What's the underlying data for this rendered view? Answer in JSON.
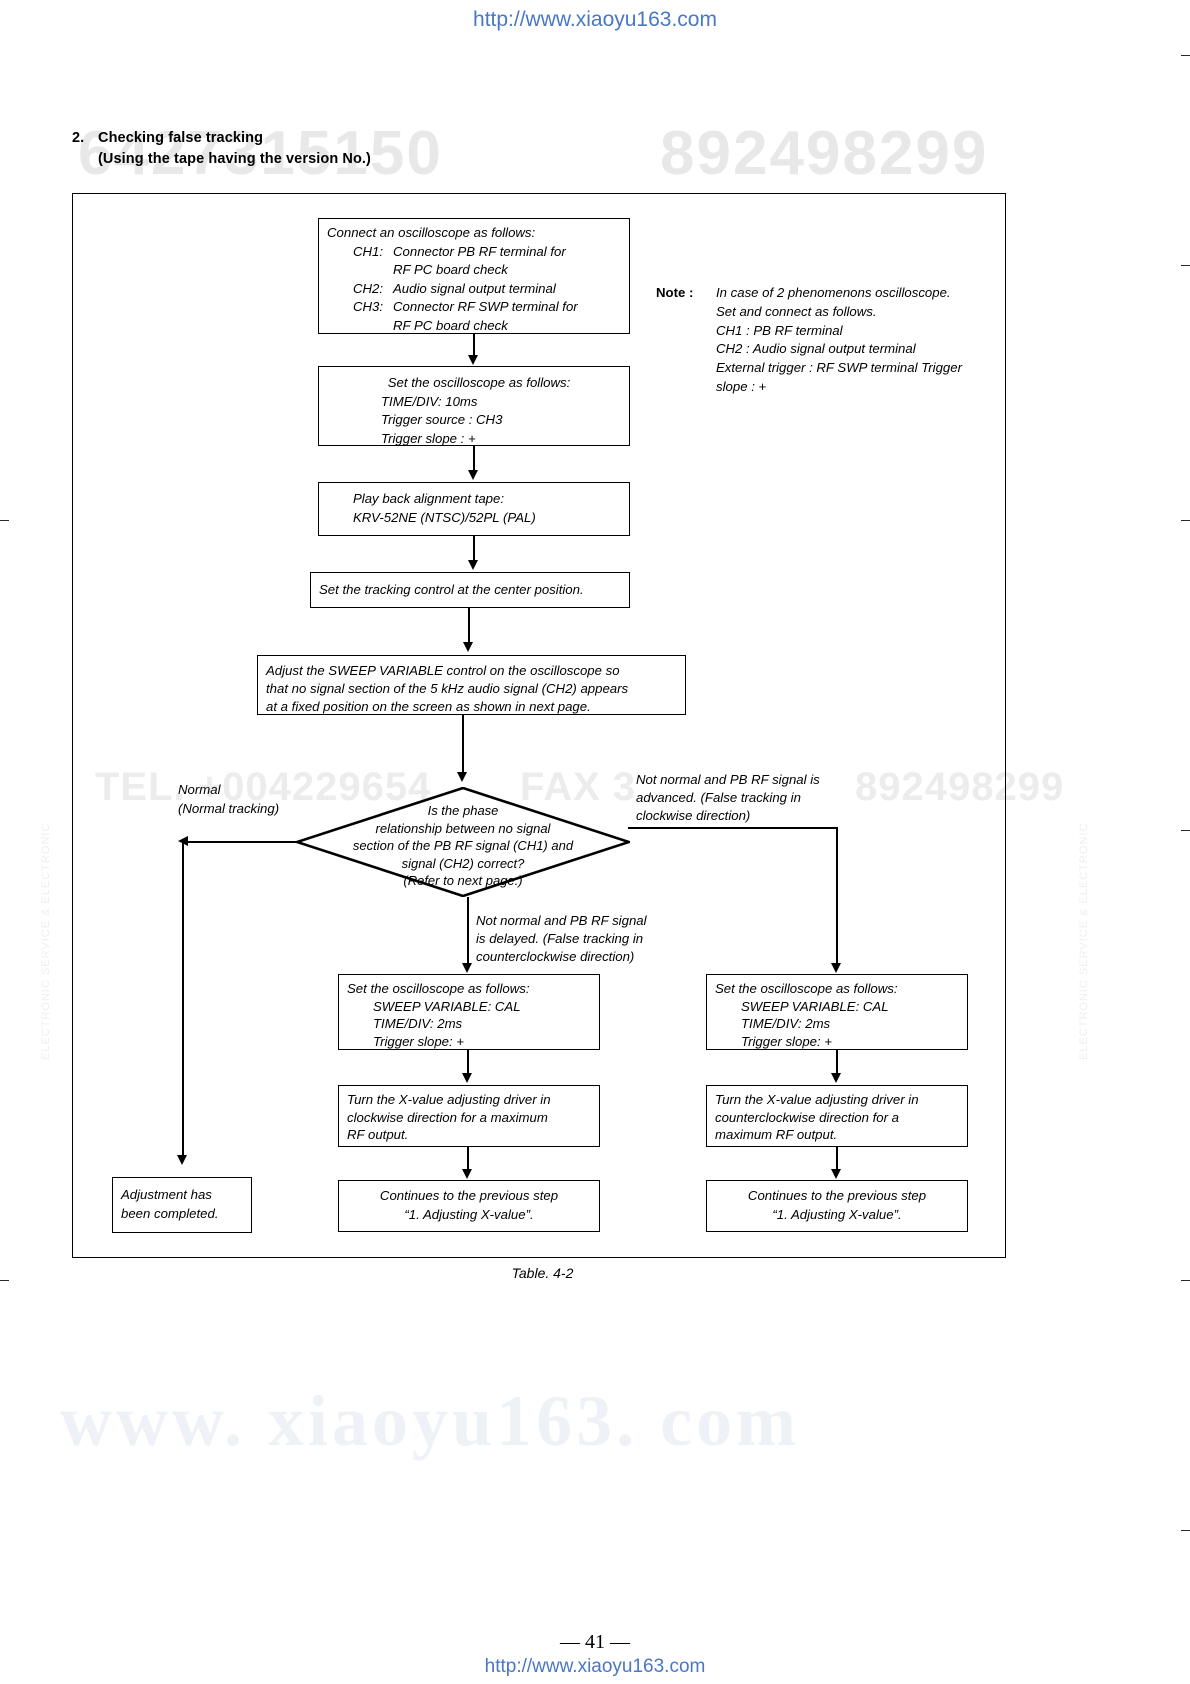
{
  "watermarks": {
    "top_url": "http://www.xiaoyu163.com",
    "bottom_url": "http://www.xiaoyu163.com",
    "ghost_left": "6427315150",
    "ghost_right": "892498299",
    "ghost_row2_left": "TEL.  +004229654",
    "ghost_row2_mid": "FAX  3",
    "ghost_row2_right": "892498299",
    "big_site": "www. xiaoyu163. com",
    "side_left": "ELECTRONIC  SERVICE  &  ELECTRONIC",
    "side_right": "ELECTRONIC  SERVICE  &  ELECTRONIC"
  },
  "heading": {
    "number": "2.",
    "line1": "Checking false tracking",
    "line2": "(Using the tape having the version No.)"
  },
  "caption": "Table. 4-2",
  "page_number": "— 41 —",
  "note": {
    "keyword": "Note :",
    "lines": [
      "In case of 2 phenomenons oscilloscope.",
      "Set and connect as follows.",
      "CH1 : PB RF terminal",
      "CH2 : Audio signal output terminal",
      "External trigger : RF SWP terminal Trigger",
      "slope : +"
    ]
  },
  "boxes": {
    "connect": {
      "title": "Connect an oscilloscope as follows:",
      "channels": [
        {
          "label": "CH1:",
          "text": "Connector PB RF terminal for"
        },
        {
          "label": "",
          "text": "RF PC board check"
        },
        {
          "label": "CH2:",
          "text": "Audio signal output terminal"
        },
        {
          "label": "CH3:",
          "text": "Connector RF SWP terminal for"
        },
        {
          "label": "",
          "text": "RF PC board check"
        }
      ]
    },
    "scope_setup": {
      "title": "Set the oscilloscope as follows:",
      "lines": [
        "TIME/DIV: 10ms",
        "Trigger source : CH3",
        "Trigger slope : +"
      ]
    },
    "playback": {
      "line1": "Play back alignment tape:",
      "line2": "KRV-52NE (NTSC)/52PL (PAL)"
    },
    "tracking_center": {
      "line1": "Set the tracking control at the center position."
    },
    "sweep_adjust": {
      "line1": "Adjust the SWEEP VARIABLE control on the oscilloscope so",
      "line2": "that no signal section of the 5 kHz audio signal (CH2) appears",
      "line3": "at a fixed position on the screen as shown in next page."
    },
    "scope_left": {
      "title": "Set the oscilloscope as follows:",
      "lines": [
        "SWEEP VARIABLE: CAL",
        "TIME/DIV: 2ms",
        "Trigger slope: +"
      ]
    },
    "scope_right": {
      "title": "Set the oscilloscope as follows:",
      "lines": [
        "SWEEP VARIABLE: CAL",
        "TIME/DIV: 2ms",
        "Trigger slope: +"
      ]
    },
    "driver_left": {
      "line1": "Turn the X-value adjusting driver in",
      "line2": "clockwise direction for a maximum",
      "line3": "RF output."
    },
    "driver_right": {
      "line1": "Turn the X-value adjusting driver in",
      "line2": "counterclockwise direction for a",
      "line3": "maximum RF output."
    },
    "continue_left": {
      "line1": "Continues to the previous step",
      "line2": "“1. Adjusting X-value”."
    },
    "continue_right": {
      "line1": "Continues to the previous step",
      "line2": "“1. Adjusting X-value”."
    },
    "completed": {
      "line1": "Adjustment has",
      "line2": "been completed."
    }
  },
  "decision": {
    "lines": [
      "Is the phase",
      "relationship between no signal",
      "section of the PB RF signal (CH1) and",
      "signal (CH2) correct?",
      "(Refer to next page.)"
    ]
  },
  "branches": {
    "normal": {
      "line1": "Normal",
      "line2": "(Normal tracking)"
    },
    "delayed": {
      "line1": "Not normal and PB RF signal",
      "line2": "is delayed. (False tracking in",
      "line3": "counterclockwise direction)"
    },
    "advanced": {
      "line1": "Not normal and PB RF signal is",
      "line2": "advanced. (False tracking in",
      "line3": "clockwise direction)"
    }
  }
}
